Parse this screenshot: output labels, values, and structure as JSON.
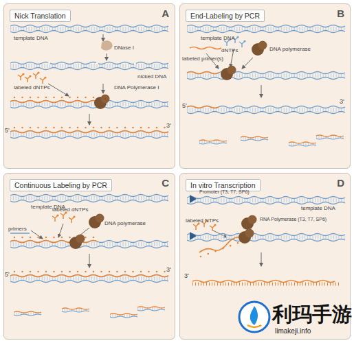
{
  "diagram": {
    "nodes": [
      {
        "text": [
          "A"
        ]
      },
      {
        "text": [
          "Nick Translation"
        ],
        "in": 0
      },
      {
        "text": [
          "B"
        ]
      },
      {
        "text": [
          "End-Labeling by PCR"
        ],
        "in": 2
      },
      {
        "text": [
          "C"
        ]
      },
      {
        "text": [
          "Continuous Labeling by PCR"
        ],
        "in": 4
      },
      {
        "text": [
          "D"
        ]
      },
      {
        "text": [
          "In vitro Transcription"
        ],
        "in": 6
      }
    ],
    "labels": [
      "template DNA",
      "DNase I",
      "nicked DNA",
      "labeled dNTPs",
      "DNA Polymerase I",
      "5'",
      "3'",
      "template DNA",
      "labeled primer(s)",
      "dNTPs",
      "DNA polymerase",
      "5'",
      "3'",
      "template DNA",
      "labeled dNTPs",
      "primers",
      "DNA polymerase",
      "5'",
      "3'",
      "Promoter (T3, T7, SP6)",
      "template DNA",
      "labeled NTPs",
      "RNA Polymerase (T3, T7, SP6)",
      "3'",
      "利玛手游",
      "limakeji.info"
    ]
  }
}
